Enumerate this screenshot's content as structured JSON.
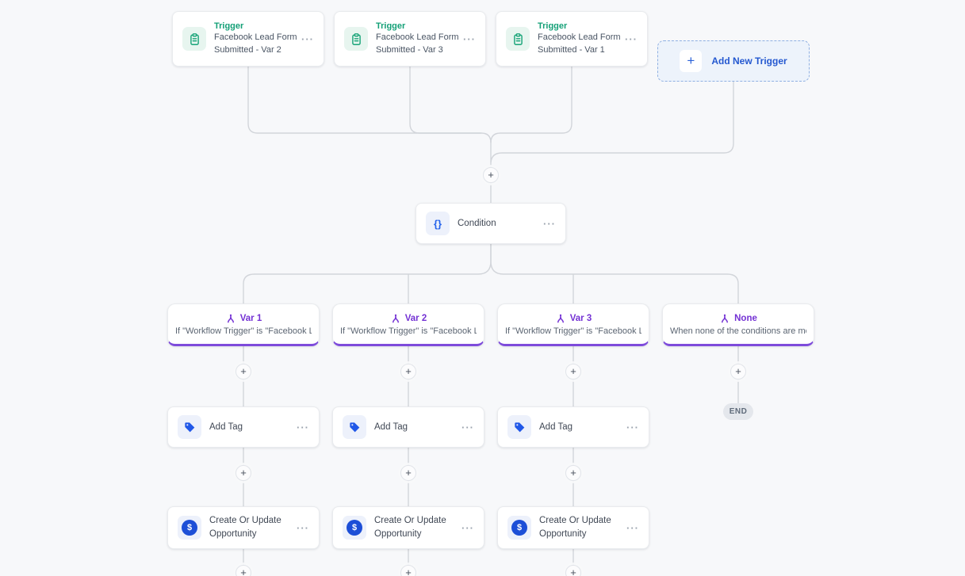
{
  "workflow": {
    "triggers": [
      {
        "type_label": "Trigger",
        "name": "Facebook Lead Form Submitted - Var 2"
      },
      {
        "type_label": "Trigger",
        "name": "Facebook Lead Form Submitted - Var 3"
      },
      {
        "type_label": "Trigger",
        "name": "Facebook Lead Form Submitted - Var 1"
      }
    ],
    "add_new_trigger_label": "Add New Trigger",
    "condition": {
      "label": "Condition",
      "icon_glyph": "{}"
    },
    "branches": [
      {
        "name": "Var 1",
        "description": "If \"Workflow Trigger\" is \"Facebook Le..."
      },
      {
        "name": "Var 2",
        "description": "If \"Workflow Trigger\" is \"Facebook Le..."
      },
      {
        "name": "Var 3",
        "description": "If \"Workflow Trigger\" is \"Facebook Le..."
      },
      {
        "name": "None",
        "description": "When none of the conditions are met"
      }
    ],
    "add_tag_actions": [
      {
        "label": "Add Tag"
      },
      {
        "label": "Add Tag"
      },
      {
        "label": "Add Tag"
      }
    ],
    "opportunity_actions": [
      {
        "label": "Create Or Update Opportunity"
      },
      {
        "label": "Create Or Update Opportunity"
      },
      {
        "label": "Create Or Update Opportunity"
      }
    ],
    "end_label": "END"
  },
  "colors": {
    "background": "#f7f8fa",
    "trigger_green": "#14a077",
    "branch_purple": "#7432d4",
    "action_blue": "#2158e8",
    "add_trigger_blue": "#2458d0",
    "connector_gray": "#d2d5da"
  }
}
